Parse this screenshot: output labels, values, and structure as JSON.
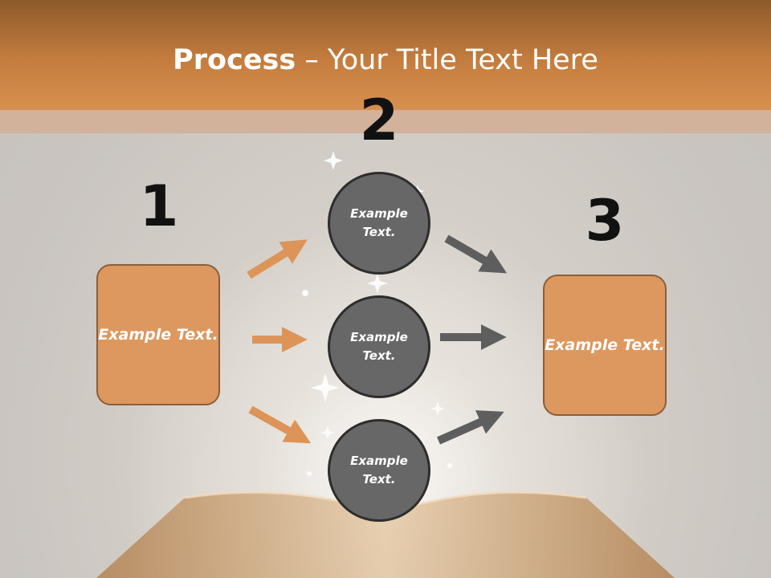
{
  "slide": {
    "title_bold": "Process",
    "title_rest": " – Your Title Text Here"
  },
  "steps": {
    "left": {
      "number": "1",
      "text": "Example Text."
    },
    "middle": {
      "number": "2",
      "nodes": [
        {
          "text": "Example Text."
        },
        {
          "text": "Example Text."
        },
        {
          "text": "Example Text."
        }
      ]
    },
    "right": {
      "number": "3",
      "text": "Example Text."
    }
  },
  "colors": {
    "box_fill": "#dd9860",
    "box_border": "#8a5f3a",
    "circle_fill": "#676767",
    "circle_border": "#2d2d2d",
    "arrow_orange": "#dd9458",
    "arrow_gray": "#5e5e5e"
  }
}
